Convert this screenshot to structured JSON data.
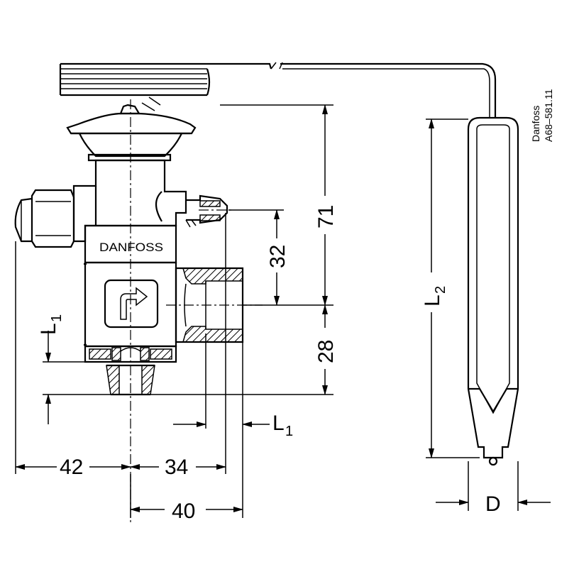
{
  "labels": {
    "brand": "DANFOSS",
    "reference_brand": "Danfoss",
    "reference_code": "A68–581.11"
  },
  "dimensions": {
    "d42": "42",
    "d34": "34",
    "d40": "40",
    "d32": "32",
    "d71": "71",
    "d28": "28",
    "L_main": "L",
    "L_sub": "1",
    "L2_main": "L",
    "L2_sub": "2",
    "D": "D"
  },
  "icons": {
    "flow_direction": "arrow-turn-icon"
  }
}
